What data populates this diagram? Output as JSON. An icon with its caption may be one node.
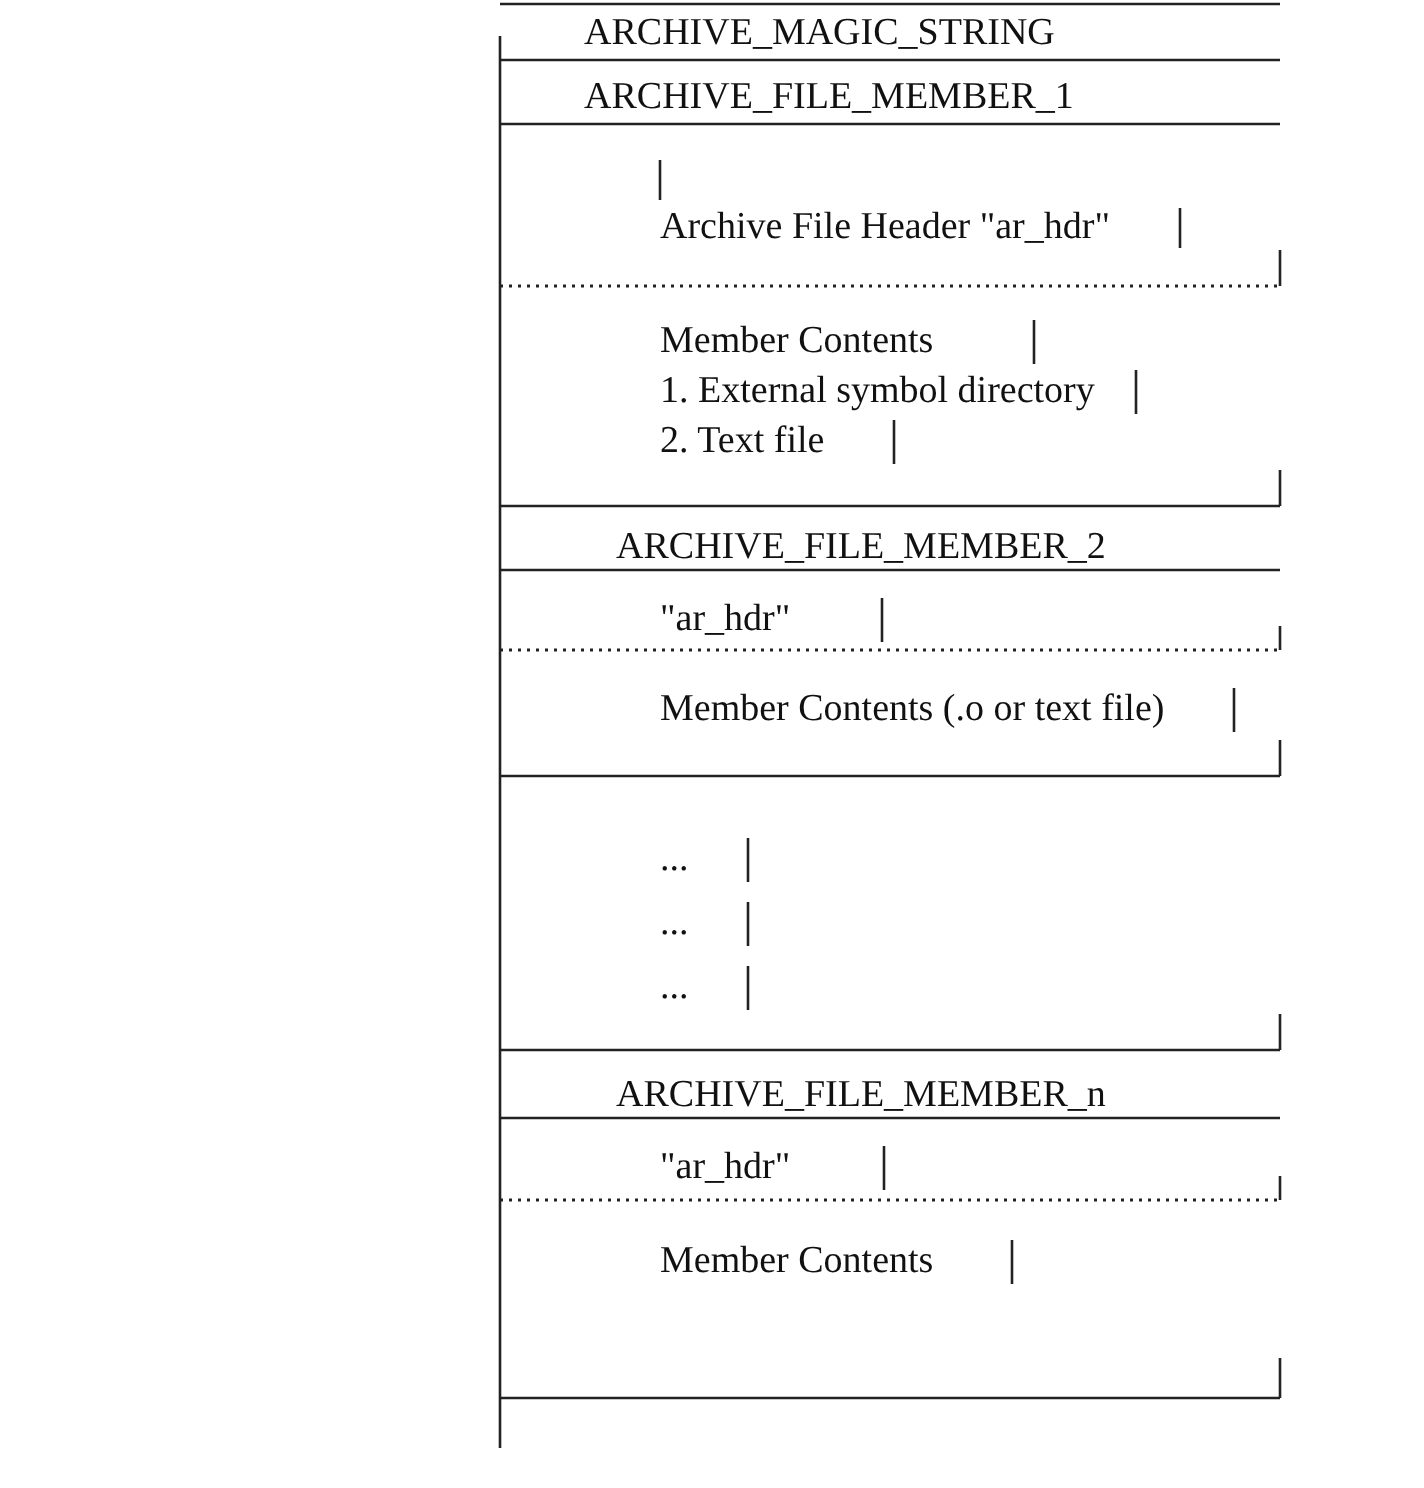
{
  "diagram": {
    "labels": [
      "ARCHIVE_MAGIC_STRING",
      "ARCHIVE_FILE_MEMBER_1",
      "Archive File Header \"ar_hdr\"",
      "Member Contents",
      "1. External symbol directory",
      "2. Text file",
      "ARCHIVE_FILE_MEMBER_2",
      "\"ar_hdr\"",
      "Member Contents (.o or text file)",
      "...",
      "...",
      "...",
      "ARCHIVE_FILE_MEMBER_n",
      "\"ar_hdr\"",
      "Member Contents"
    ]
  }
}
